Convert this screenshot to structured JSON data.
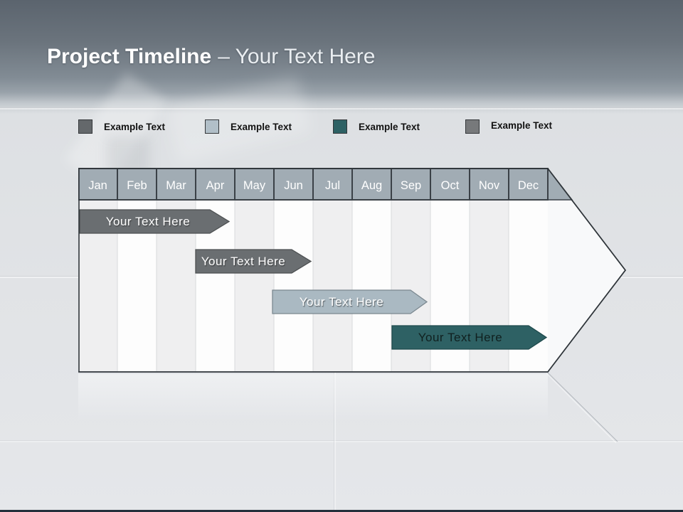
{
  "slide": {
    "title": {
      "main": "Project Timeline",
      "suffix": "– Your Text Here"
    }
  },
  "legend": {
    "items": [
      {
        "label": "Example Text",
        "color": "#64686b"
      },
      {
        "label": "Example Text",
        "color": "#b1bfc8"
      },
      {
        "label": "Example Text",
        "color": "#2d6164"
      },
      {
        "label": "Example Text",
        "color": "#77797b"
      }
    ]
  },
  "timeline": {
    "months": [
      "Jan",
      "Feb",
      "Mar",
      "Apr",
      "May",
      "Jun",
      "Jul",
      "Aug",
      "Sep",
      "Oct",
      "Nov",
      "Dec"
    ],
    "header": {
      "fill": "#a1acb4",
      "text_color": "#ffffff",
      "border_color": "#3b4147"
    },
    "column_colors": [
      "#efeff0",
      "#fdfdfd"
    ],
    "arrow_fill": "#f8f9fa",
    "arrow_outline": "#2f353a",
    "bars": [
      {
        "label": "Your Text Here",
        "fill": "#6a6e71",
        "stroke": "#4d5052",
        "text_color": "#ffffff",
        "start": "Jan",
        "end": "Apr"
      },
      {
        "label": "Your Text Here",
        "fill": "#6a6e71",
        "stroke": "#4d5052",
        "text_color": "#ffffff",
        "start": "Apr",
        "end": "Jun"
      },
      {
        "label": "Your Text Here",
        "fill": "#aab9c2",
        "stroke": "#7b8890",
        "text_color": "#ffffff",
        "start": "Jun",
        "end": "Sep"
      },
      {
        "label": "Your Text Here",
        "fill": "#2e6164",
        "stroke": "#1f4a4c",
        "text_color": "#10201f",
        "start": "Sep",
        "end": "Dec"
      }
    ]
  },
  "chrome": {
    "bottom_bar_color": "#242f3b"
  }
}
